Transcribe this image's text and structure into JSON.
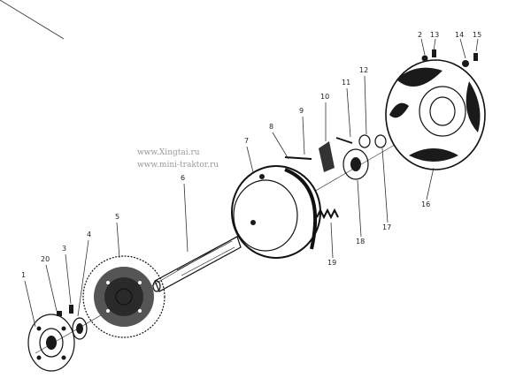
{
  "watermark": {
    "line1": "www.Xingtai.ru",
    "line2": "www.mini-traktor.ru"
  },
  "callouts": {
    "c1": "1",
    "c2": "2",
    "c3": "3",
    "c4": "4",
    "c5": "5",
    "c6": "6",
    "c7": "7",
    "c8": "8",
    "c9": "9",
    "c10": "10",
    "c11": "11",
    "c12": "12",
    "c13": "13",
    "c14": "14",
    "c15": "15",
    "c16": "16",
    "c17": "17",
    "c18": "18",
    "c19": "19",
    "c20": "20"
  }
}
